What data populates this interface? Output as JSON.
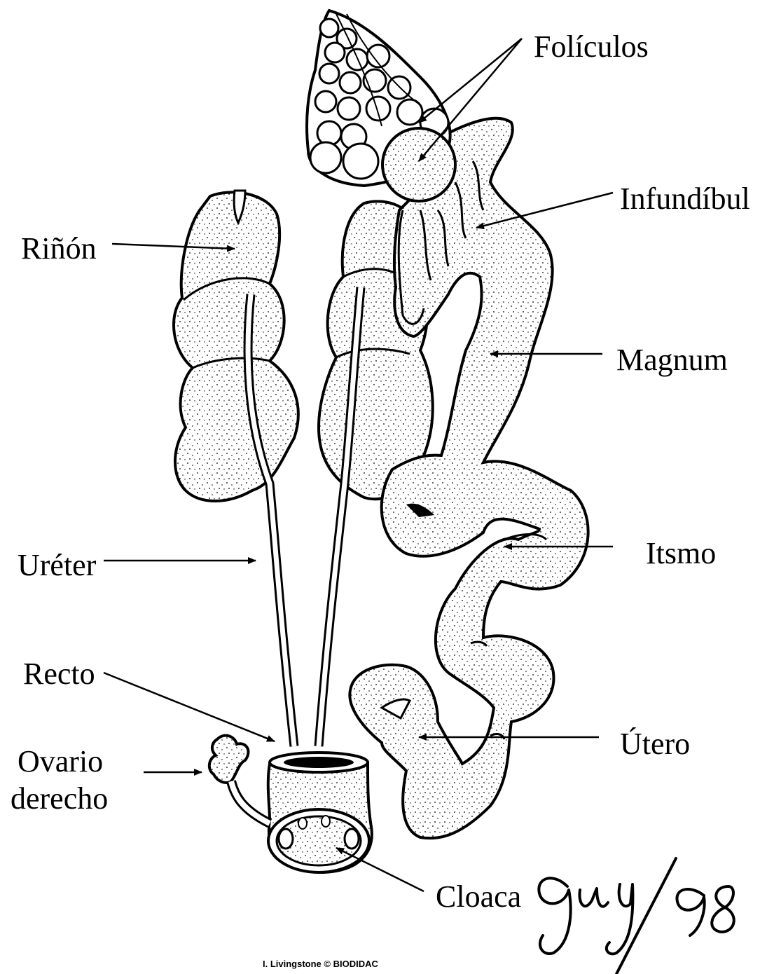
{
  "colors": {
    "ink": "#000000",
    "background": "#ffffff"
  },
  "labels": {
    "foliculos": "Folículos",
    "infundibulo": "Infundíbul",
    "rinon": "Riñón",
    "magnum": "Magnum",
    "itsmo": "Itsmo",
    "ureter": "Uréter",
    "recto": "Recto",
    "utero": "Útero",
    "ovario_derecho_line1": "Ovario",
    "ovario_derecho_line2": "derecho",
    "cloaca": "Cloaca"
  },
  "signature": "Guy/98",
  "credit": "I. Livingstone © BIODIDAC"
}
